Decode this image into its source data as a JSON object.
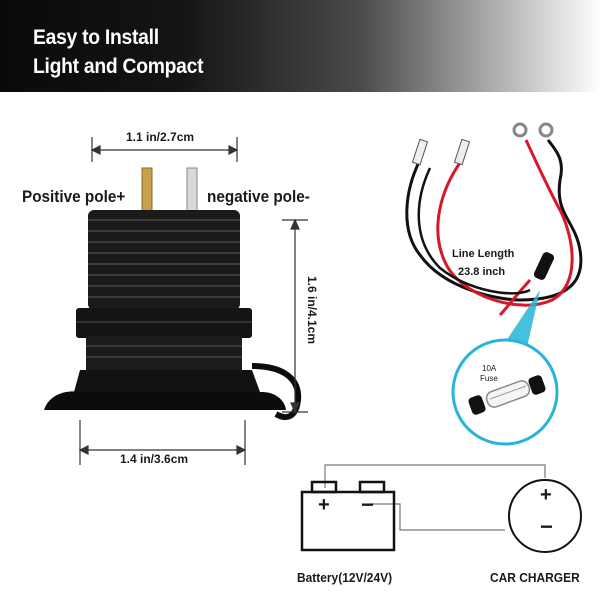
{
  "banner": {
    "line1": "Easy to Install",
    "line2": "Light and Compact"
  },
  "socket": {
    "positive_label": "Positive pole+",
    "negative_label": "negative pole-",
    "top_width_dim": "1.1 in/2.7cm",
    "height_dim": "1.6 in/4.1cm",
    "base_width_dim": "1.4 in/3.6cm"
  },
  "harness": {
    "line_length_label": "Line Length",
    "line_length_value": "23.8 inch",
    "fuse_rating": "10A",
    "fuse_label": "Fuse"
  },
  "wiring": {
    "battery_label": "Battery(12V/24V)",
    "charger_label": "CAR CHARGER",
    "plus": "+",
    "minus": "−"
  },
  "colors": {
    "banner_text": "#ffffff",
    "wire_red": "#d8182a",
    "wire_black": "#111111",
    "callout": "#27b4d8",
    "positive_pin": "#c8a24a",
    "negative_pin": "#c0c0c0"
  }
}
